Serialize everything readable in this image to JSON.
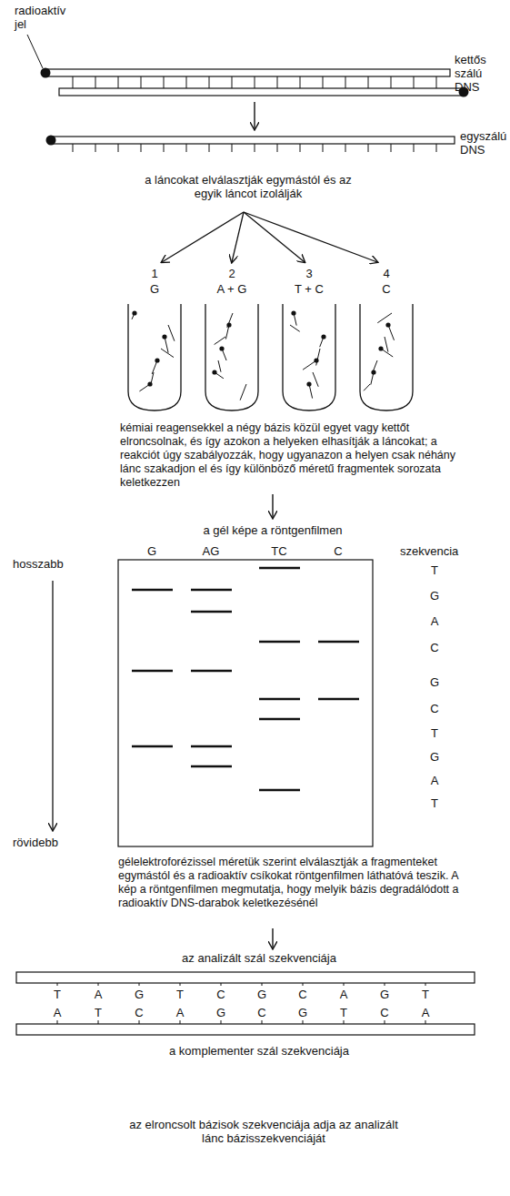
{
  "diagram": {
    "nodes": [
      {
        "text": [
          "1",
          "G"
        ]
      },
      {
        "text": [
          "2",
          "A + G"
        ]
      },
      {
        "text": [
          "3",
          "T + C"
        ]
      },
      {
        "text": [
          "4",
          "C"
        ]
      }
    ],
    "labels": [
      "radioaktív jel",
      "kettős szálú DNS",
      "egyszálú DNS",
      "a láncokat elválasztják egymástól és az egyik láncot izolálják",
      "kémiai reagensekkel a négy bázis közül egyet vagy kettőt elroncsolnak, és így azokon a helyeken elhasítják a láncokat; a reakciót úgy szabályozzák, hogy ugyanazon a helyen csak néhány lánc szakadjon el és így különböző méretű fragmentek sorozata keletkezzen",
      "a gél képe a röntgenfilmen",
      "G",
      "AG",
      "TC",
      "C",
      "szekvencia",
      "hosszabb",
      "T",
      "G",
      "A",
      "C",
      "G",
      "C",
      "T",
      "G",
      "A",
      "T",
      "rövidebb",
      "gélelektroforézissel méretük szerint elválasztják a fragmenteket egymástól és a radioaktív csíkokat röntgenfilmen láthatóvá teszik. A kép a röntgenfilmen megmutatja, hogy melyik bázis degradálódott a radioaktív DNS-darabok keletkezésénél",
      "az analizált szál szekvenciája",
      "T",
      "A",
      "G",
      "T",
      "C",
      "G",
      "C",
      "A",
      "G",
      "T",
      "A",
      "T",
      "C",
      "A",
      "G",
      "C",
      "G",
      "T",
      "C",
      "A",
      "a komplementer szál szekvenciája",
      "az elroncsolt bázisok szekvenciája adja az analizált lánc bázisszekvenciáját"
    ]
  }
}
